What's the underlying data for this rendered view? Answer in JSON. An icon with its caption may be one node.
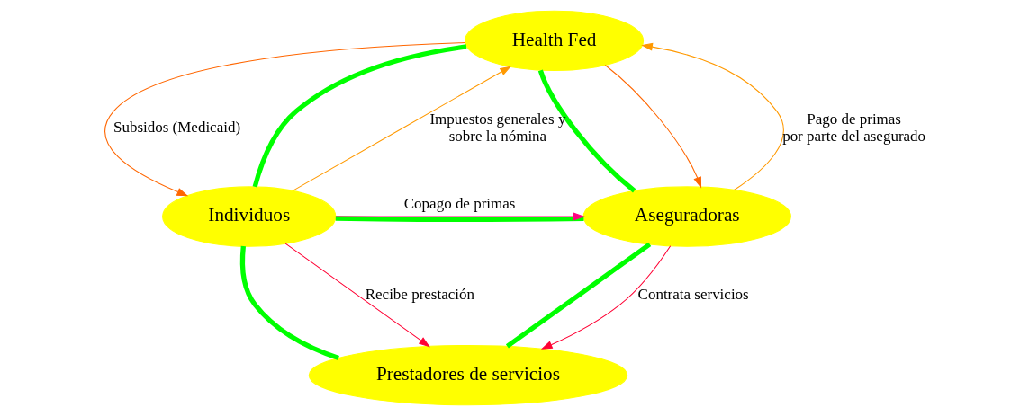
{
  "diagram": {
    "nodes": [
      {
        "text": [
          "Health Fed"
        ]
      },
      {
        "text": [
          "Individuos"
        ]
      },
      {
        "text": [
          "Aseguradoras"
        ]
      },
      {
        "text": [
          "Prestadores de servicios"
        ]
      }
    ],
    "edges": [
      {
        "from": 1,
        "to": 0,
        "arrow": "none",
        "style": "thick",
        "color": "#00ff00"
      },
      {
        "from": 0,
        "to": 2,
        "arrow": "none",
        "style": "thick",
        "color": "#00ff00"
      },
      {
        "from": 1,
        "to": 2,
        "arrow": "none",
        "style": "thick",
        "color": "#00ff00"
      },
      {
        "from": 1,
        "to": 3,
        "arrow": "none",
        "style": "thick",
        "color": "#00ff00"
      },
      {
        "from": 2,
        "to": 3,
        "arrow": "none",
        "style": "thick",
        "color": "#00ff00"
      },
      {
        "from": 1,
        "to": 0,
        "arrow": "to",
        "label": "Impuestos generales y sobre la nómina",
        "color": "#ff9900"
      },
      {
        "from": 0,
        "to": 1,
        "arrow": "to",
        "label": "Subsidos (Medicaid)",
        "color": "#ff6600"
      },
      {
        "from": 0,
        "to": 2,
        "arrow": "to",
        "color": "#ff6600"
      },
      {
        "from": 2,
        "to": 0,
        "arrow": "to",
        "label": "Pago de primas por parte del asegurado",
        "color": "#ff9900"
      },
      {
        "from": 1,
        "to": 2,
        "arrow": "to",
        "label": "Copago de primas",
        "color": "#ff0080"
      },
      {
        "from": 1,
        "to": 3,
        "arrow": "to",
        "label": "Recibe prestación",
        "color": "#ff0033"
      },
      {
        "from": 2,
        "to": 3,
        "arrow": "to",
        "label": "Contrata servicios",
        "color": "#ff0033"
      }
    ]
  }
}
